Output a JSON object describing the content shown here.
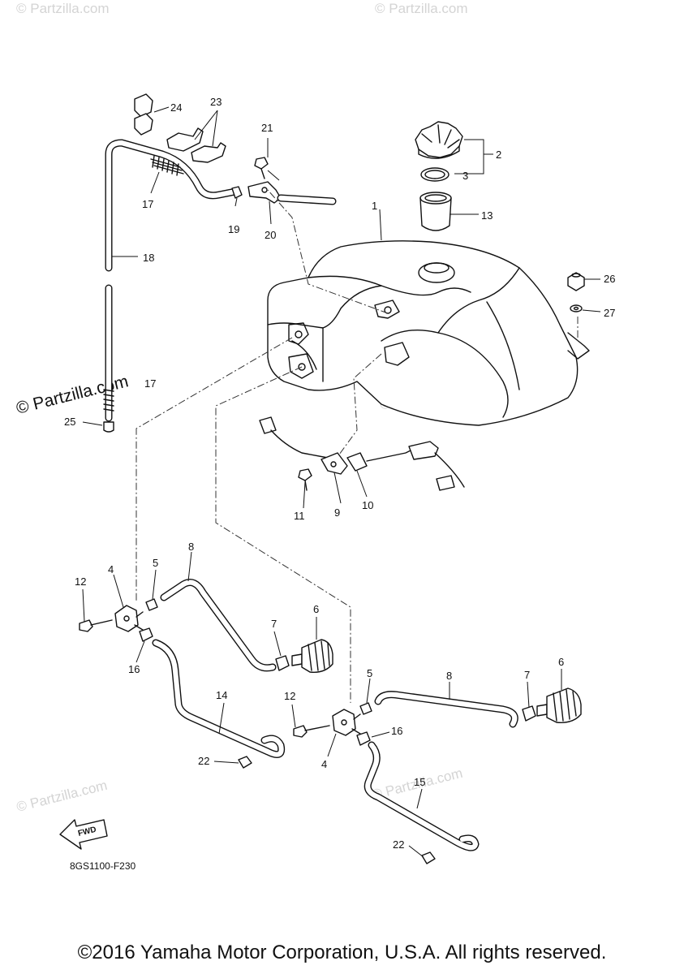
{
  "watermarks": {
    "small": "© Partzilla.com",
    "big": "© Partzilla.com"
  },
  "diagram_code": "8GS1100-F230",
  "fwd_label": "FWD",
  "copyright": "©2016 Yamaha Motor Corporation, U.S.A. All rights reserved.",
  "callouts": {
    "c1": "1",
    "c2": "2",
    "c3": "3",
    "c4a": "4",
    "c4b": "4",
    "c5a": "5",
    "c5b": "5",
    "c6a": "6",
    "c6b": "6",
    "c7a": "7",
    "c7b": "7",
    "c8a": "8",
    "c8b": "8",
    "c9": "9",
    "c10": "10",
    "c11": "11",
    "c12a": "12",
    "c12b": "12",
    "c13": "13",
    "c14": "14",
    "c15": "15",
    "c16a": "16",
    "c16b": "16",
    "c17a": "17",
    "c17b": "17",
    "c18": "18",
    "c19": "19",
    "c20": "20",
    "c21": "21",
    "c22a": "22",
    "c22b": "22",
    "c23": "23",
    "c24": "24",
    "c25": "25",
    "c26": "26",
    "c27": "27"
  }
}
